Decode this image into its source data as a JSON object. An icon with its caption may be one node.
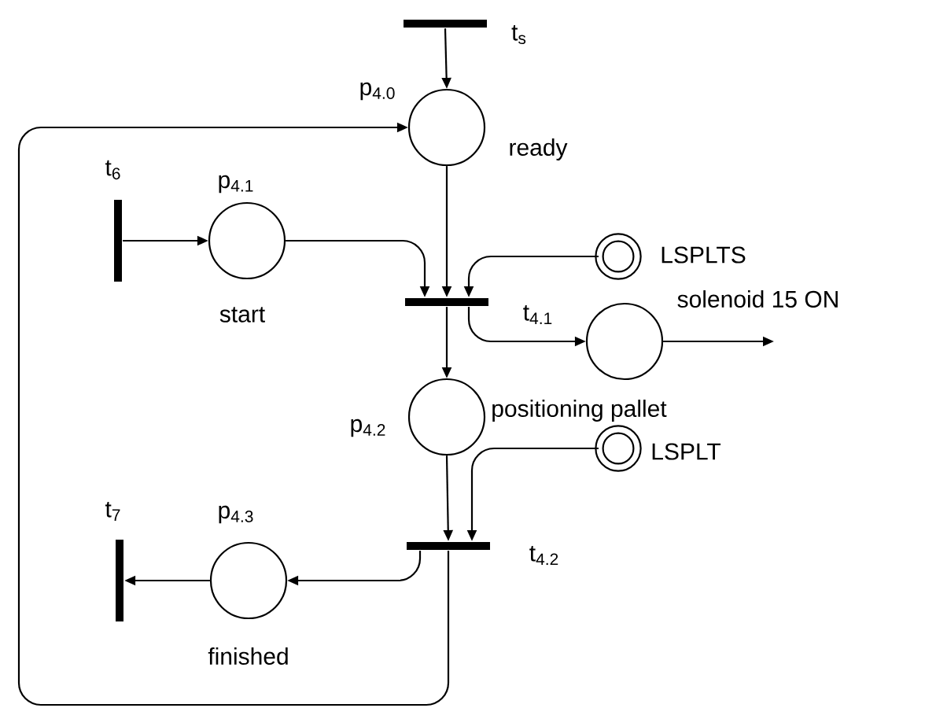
{
  "diagram": {
    "nodes": [
      {
        "text": [],
        "shape": "bar",
        "beside": [
          "t$_{s}$"
        ]
      },
      {
        "text": [],
        "shape": "circle",
        "beside": [
          "p$_{4.0}$",
          "ready"
        ]
      },
      {
        "text": [],
        "shape": "bar",
        "beside": [
          "t$_{6}$"
        ]
      },
      {
        "text": [],
        "shape": "circle",
        "beside": [
          "p$_{4.1}$",
          "start"
        ]
      },
      {
        "text": [],
        "shape": "bar",
        "beside": [
          "t$_{4.1}$"
        ]
      },
      {
        "text": [],
        "shape": "circle",
        "beside": [
          "LSPLTS"
        ]
      },
      {
        "text": [],
        "shape": "circle",
        "beside": [
          "solenoid 15 ON"
        ]
      },
      {
        "text": [],
        "shape": "circle",
        "beside": [
          "p$_{4.2}$",
          "positioning pallet"
        ]
      },
      {
        "text": [],
        "shape": "circle",
        "beside": [
          "LSPLT"
        ]
      },
      {
        "text": [],
        "shape": "bar",
        "beside": [
          "t$_{4.2}$"
        ]
      },
      {
        "text": [],
        "shape": "circle",
        "beside": [
          "p$_{4.3}$",
          "finished"
        ]
      },
      {
        "text": [],
        "shape": "bar",
        "beside": [
          "t$_{7}$"
        ]
      }
    ],
    "edges": [
      {
        "from": 0,
        "to": 1,
        "arrow": "to"
      },
      {
        "from": 9,
        "to": 1,
        "arrow": "to"
      },
      {
        "from": 2,
        "to": 3,
        "arrow": "to"
      },
      {
        "from": 1,
        "to": 4,
        "arrow": "to"
      },
      {
        "from": 3,
        "to": 4,
        "arrow": "to"
      },
      {
        "from": 5,
        "to": 4,
        "arrow": "to"
      },
      {
        "from": 4,
        "to": 6,
        "arrow": "to"
      },
      {
        "from": 6,
        "to": null,
        "arrow": "to"
      },
      {
        "from": 4,
        "to": 7,
        "arrow": "to"
      },
      {
        "from": 7,
        "to": 9,
        "arrow": "to"
      },
      {
        "from": 8,
        "to": 9,
        "arrow": "to"
      },
      {
        "from": 9,
        "to": 10,
        "arrow": "to"
      },
      {
        "from": 10,
        "to": 11,
        "arrow": "to"
      }
    ]
  }
}
